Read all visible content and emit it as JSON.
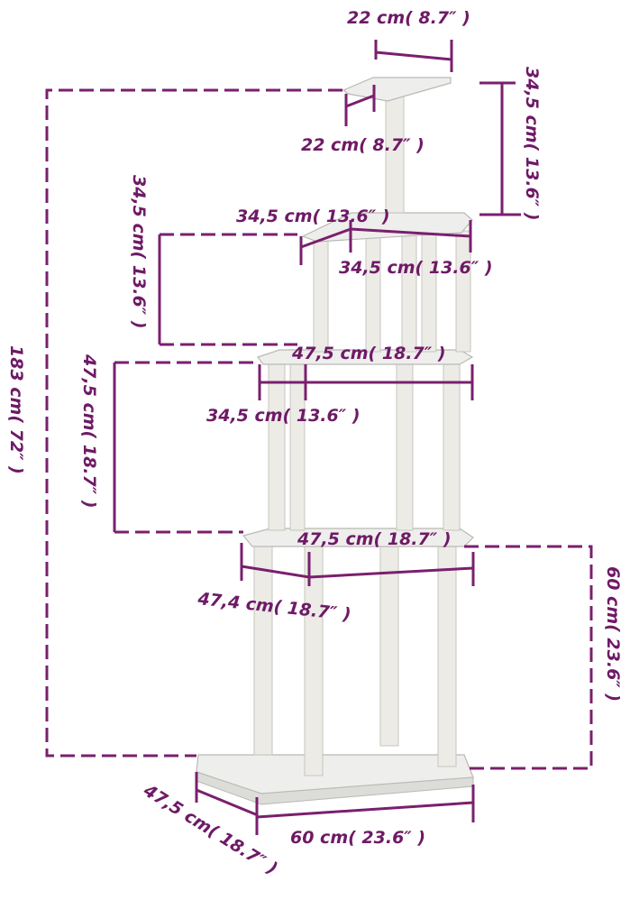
{
  "labels": {
    "top_width": "22 cm( 8.7″ )",
    "top_depth": "22 cm( 8.7″ )",
    "top_height": "34,5 cm( 13.6″ )",
    "l2_width": "34,5 cm( 13.6″ )",
    "l2_depth": "34,5 cm( 13.6″ )",
    "l2_height": "34,5 cm( 13.6″ )",
    "l3_width": "47,5 cm( 18.7″ )",
    "l3_depth": "34,5 cm( 13.6″ )",
    "l3_height": "47,5 cm( 18.7″ )",
    "l4_width": "47,5 cm( 18.7″ )",
    "l4_depth": "47,4 cm( 18.7″ )",
    "base_height": "60 cm( 23.6″ )",
    "total_height": "183 cm( 72″ )",
    "base_width": "60 cm( 23.6″ )",
    "base_depth": "47,5 cm( 18.7″ )"
  },
  "colors": {
    "dimension_line": "#7a1f6e",
    "label": "#6e1a66",
    "platform": "#eeeeec",
    "post": "#ecebe6"
  }
}
